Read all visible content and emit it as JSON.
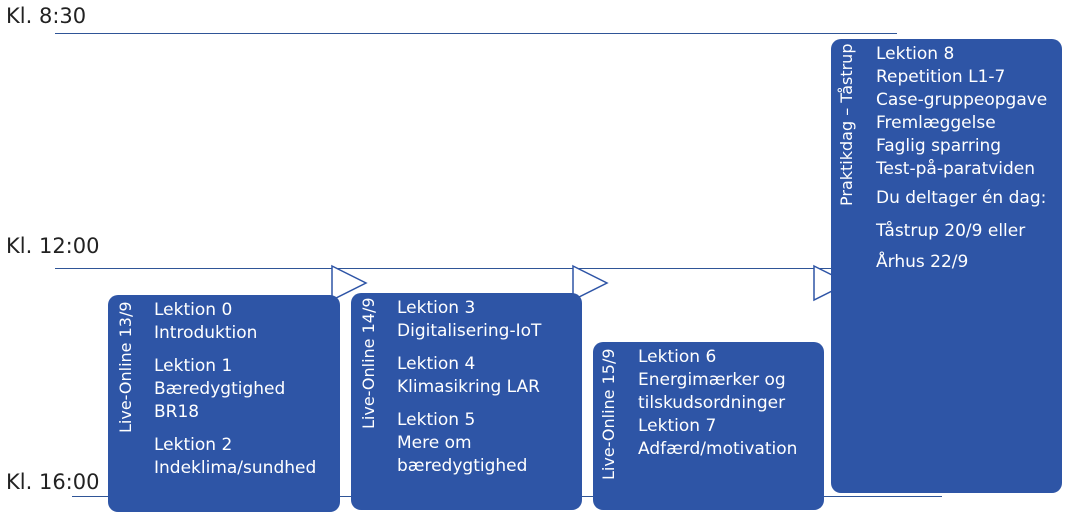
{
  "time_labels": {
    "t0830": "Kl. 8:30",
    "t1200": "Kl. 12:00",
    "t1600": "Kl. 16:00"
  },
  "colors": {
    "box_fill": "#2e55a6",
    "line": "#2f5597",
    "arrow_stroke": "#2e55a6",
    "text": "#ffffff"
  },
  "blocks": [
    {
      "side_label": "Live-Online 13/9",
      "groups": [
        {
          "lines": [
            "Lektion 0",
            "Introduktion"
          ]
        },
        {
          "lines": [
            "Lektion 1",
            "Bæredygtighed",
            "BR18"
          ]
        },
        {
          "lines": [
            "Lektion 2",
            "Indeklima/sundhed"
          ]
        }
      ]
    },
    {
      "side_label": "Live-Online 14/9",
      "groups": [
        {
          "lines": [
            "Lektion 3",
            "Digitalisering-IoT"
          ]
        },
        {
          "lines": [
            "Lektion 4",
            "Klimasikring LAR"
          ]
        },
        {
          "lines": [
            "Lektion 5",
            "Mere om",
            "bæredygtighed"
          ]
        }
      ]
    },
    {
      "side_label": "Live-Online 15/9",
      "groups": [
        {
          "lines": [
            "Lektion 6",
            "Energimærker og",
            "tilskudsordninger",
            "Lektion 7",
            "Adfærd/motivation"
          ]
        }
      ]
    },
    {
      "side_label": "Praktikdag – Tåstrup",
      "groups": [
        {
          "lines": [
            "Lektion 8",
            "Repetition L1-7",
            "Case-gruppeopgave",
            "Fremlæggelse",
            "Faglig sparring",
            "Test-på-paratviden"
          ]
        },
        {
          "lines": [
            "Du deltager én dag:"
          ]
        },
        {
          "lines": [
            "Tåstrup 20/9 eller"
          ]
        },
        {
          "lines": [
            "Århus 22/9"
          ]
        }
      ]
    }
  ]
}
